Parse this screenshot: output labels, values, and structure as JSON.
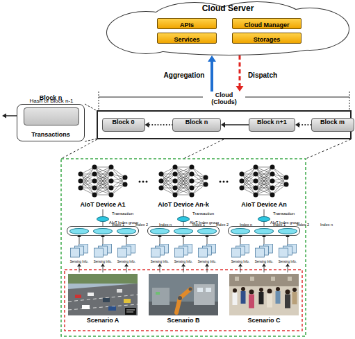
{
  "diagram": {
    "nodes": [
      {
        "text": [
          "Cloud Server"
        ]
      },
      {
        "text": [
          "APIs"
        ],
        "in": 0
      },
      {
        "text": [
          "Cloud Manager"
        ],
        "in": 0
      },
      {
        "text": [
          "Services"
        ],
        "in": 0
      },
      {
        "text": [
          "Storages"
        ],
        "in": 0
      },
      {
        "text": [
          "Cloud (Clouds)"
        ]
      },
      {
        "text": [
          "Block 0"
        ],
        "in": 5
      },
      {
        "text": [
          "Block n"
        ],
        "in": 5
      },
      {
        "text": [
          "Block n+1"
        ],
        "in": 5
      },
      {
        "text": [
          "Block m"
        ],
        "in": 5
      },
      {
        "text": [
          "Block n",
          "Transactions"
        ]
      },
      {
        "text": [
          "Hash of Block n-1"
        ],
        "in": 10
      },
      {
        "text": [
          "AIoT Device A1"
        ]
      },
      {
        "text": [
          "Transaction"
        ]
      },
      {
        "text": [
          "AIoT Index group"
        ]
      },
      {
        "text": [
          "Index 1"
        ],
        "in": 14
      },
      {
        "text": [
          "Index 2"
        ],
        "in": 14
      },
      {
        "text": [
          "Index n"
        ],
        "in": 14
      },
      {
        "text": [
          "Sensing Info."
        ]
      },
      {
        "text": [
          "Sensing Info."
        ]
      },
      {
        "text": [
          "Sensing Info."
        ]
      },
      {
        "text": [
          "AIoT Device An-k"
        ]
      },
      {
        "text": [
          "Transaction"
        ]
      },
      {
        "text": [
          "AIoT Index group"
        ]
      },
      {
        "text": [
          "Index 1"
        ],
        "in": 23
      },
      {
        "text": [
          "Index 2"
        ],
        "in": 23
      },
      {
        "text": [
          "Index n"
        ],
        "in": 23
      },
      {
        "text": [
          "Sensing Info."
        ]
      },
      {
        "text": [
          "Sensing Info."
        ]
      },
      {
        "text": [
          "Sensing Info."
        ]
      },
      {
        "text": [
          "AIoT Device An"
        ]
      },
      {
        "text": [
          "Transaction"
        ]
      },
      {
        "text": [
          "AIoT Index group"
        ]
      },
      {
        "text": [
          "Index 1"
        ],
        "in": 32
      },
      {
        "text": [
          "Index 2"
        ],
        "in": 32
      },
      {
        "text": [
          "Index n"
        ],
        "in": 32
      },
      {
        "text": [
          "Sensing Info."
        ]
      },
      {
        "text": [
          "Sensing Info."
        ]
      },
      {
        "text": [
          "Sensing Info."
        ]
      },
      {
        "text": [
          "Scenario A"
        ]
      },
      {
        "text": [
          "Scenario B"
        ]
      },
      {
        "text": [
          "Scenario C"
        ]
      }
    ],
    "edges": [
      {
        "from": 5,
        "to": 0,
        "arrow": "to",
        "label": "Aggregation"
      },
      {
        "from": 0,
        "to": 5,
        "arrow": "to",
        "label": "Dispatch"
      },
      {
        "from": 7,
        "to": 6,
        "arrow": "to"
      },
      {
        "from": 8,
        "to": 7,
        "arrow": "to"
      },
      {
        "from": 9,
        "to": 8,
        "arrow": "to"
      },
      {
        "from": 13,
        "to": 12,
        "arrow": "none"
      },
      {
        "from": 14,
        "to": 13,
        "arrow": "none"
      },
      {
        "from": 18,
        "to": 15,
        "arrow": "to"
      },
      {
        "from": 19,
        "to": 16,
        "arrow": "to"
      },
      {
        "from": 20,
        "to": 17,
        "arrow": "to"
      },
      {
        "from": 39,
        "to": 18,
        "arrow": "to"
      },
      {
        "from": 39,
        "to": 19,
        "arrow": "to"
      },
      {
        "from": 39,
        "to": 20,
        "arrow": "to"
      },
      {
        "from": 22,
        "to": 21,
        "arrow": "none"
      },
      {
        "from": 23,
        "to": 22,
        "arrow": "none"
      },
      {
        "from": 27,
        "to": 24,
        "arrow": "to"
      },
      {
        "from": 28,
        "to": 25,
        "arrow": "to"
      },
      {
        "from": 29,
        "to": 26,
        "arrow": "to"
      },
      {
        "from": 40,
        "to": 27,
        "arrow": "to"
      },
      {
        "from": 40,
        "to": 28,
        "arrow": "to"
      },
      {
        "from": 40,
        "to": 29,
        "arrow": "to"
      },
      {
        "from": 31,
        "to": 30,
        "arrow": "none"
      },
      {
        "from": 32,
        "to": 31,
        "arrow": "none"
      },
      {
        "from": 36,
        "to": 33,
        "arrow": "to"
      },
      {
        "from": 37,
        "to": 34,
        "arrow": "to"
      },
      {
        "from": 38,
        "to": 35,
        "arrow": "to"
      },
      {
        "from": 41,
        "to": 36,
        "arrow": "to"
      },
      {
        "from": 41,
        "to": 37,
        "arrow": "to"
      },
      {
        "from": 41,
        "to": 38,
        "arrow": "to"
      }
    ]
  }
}
